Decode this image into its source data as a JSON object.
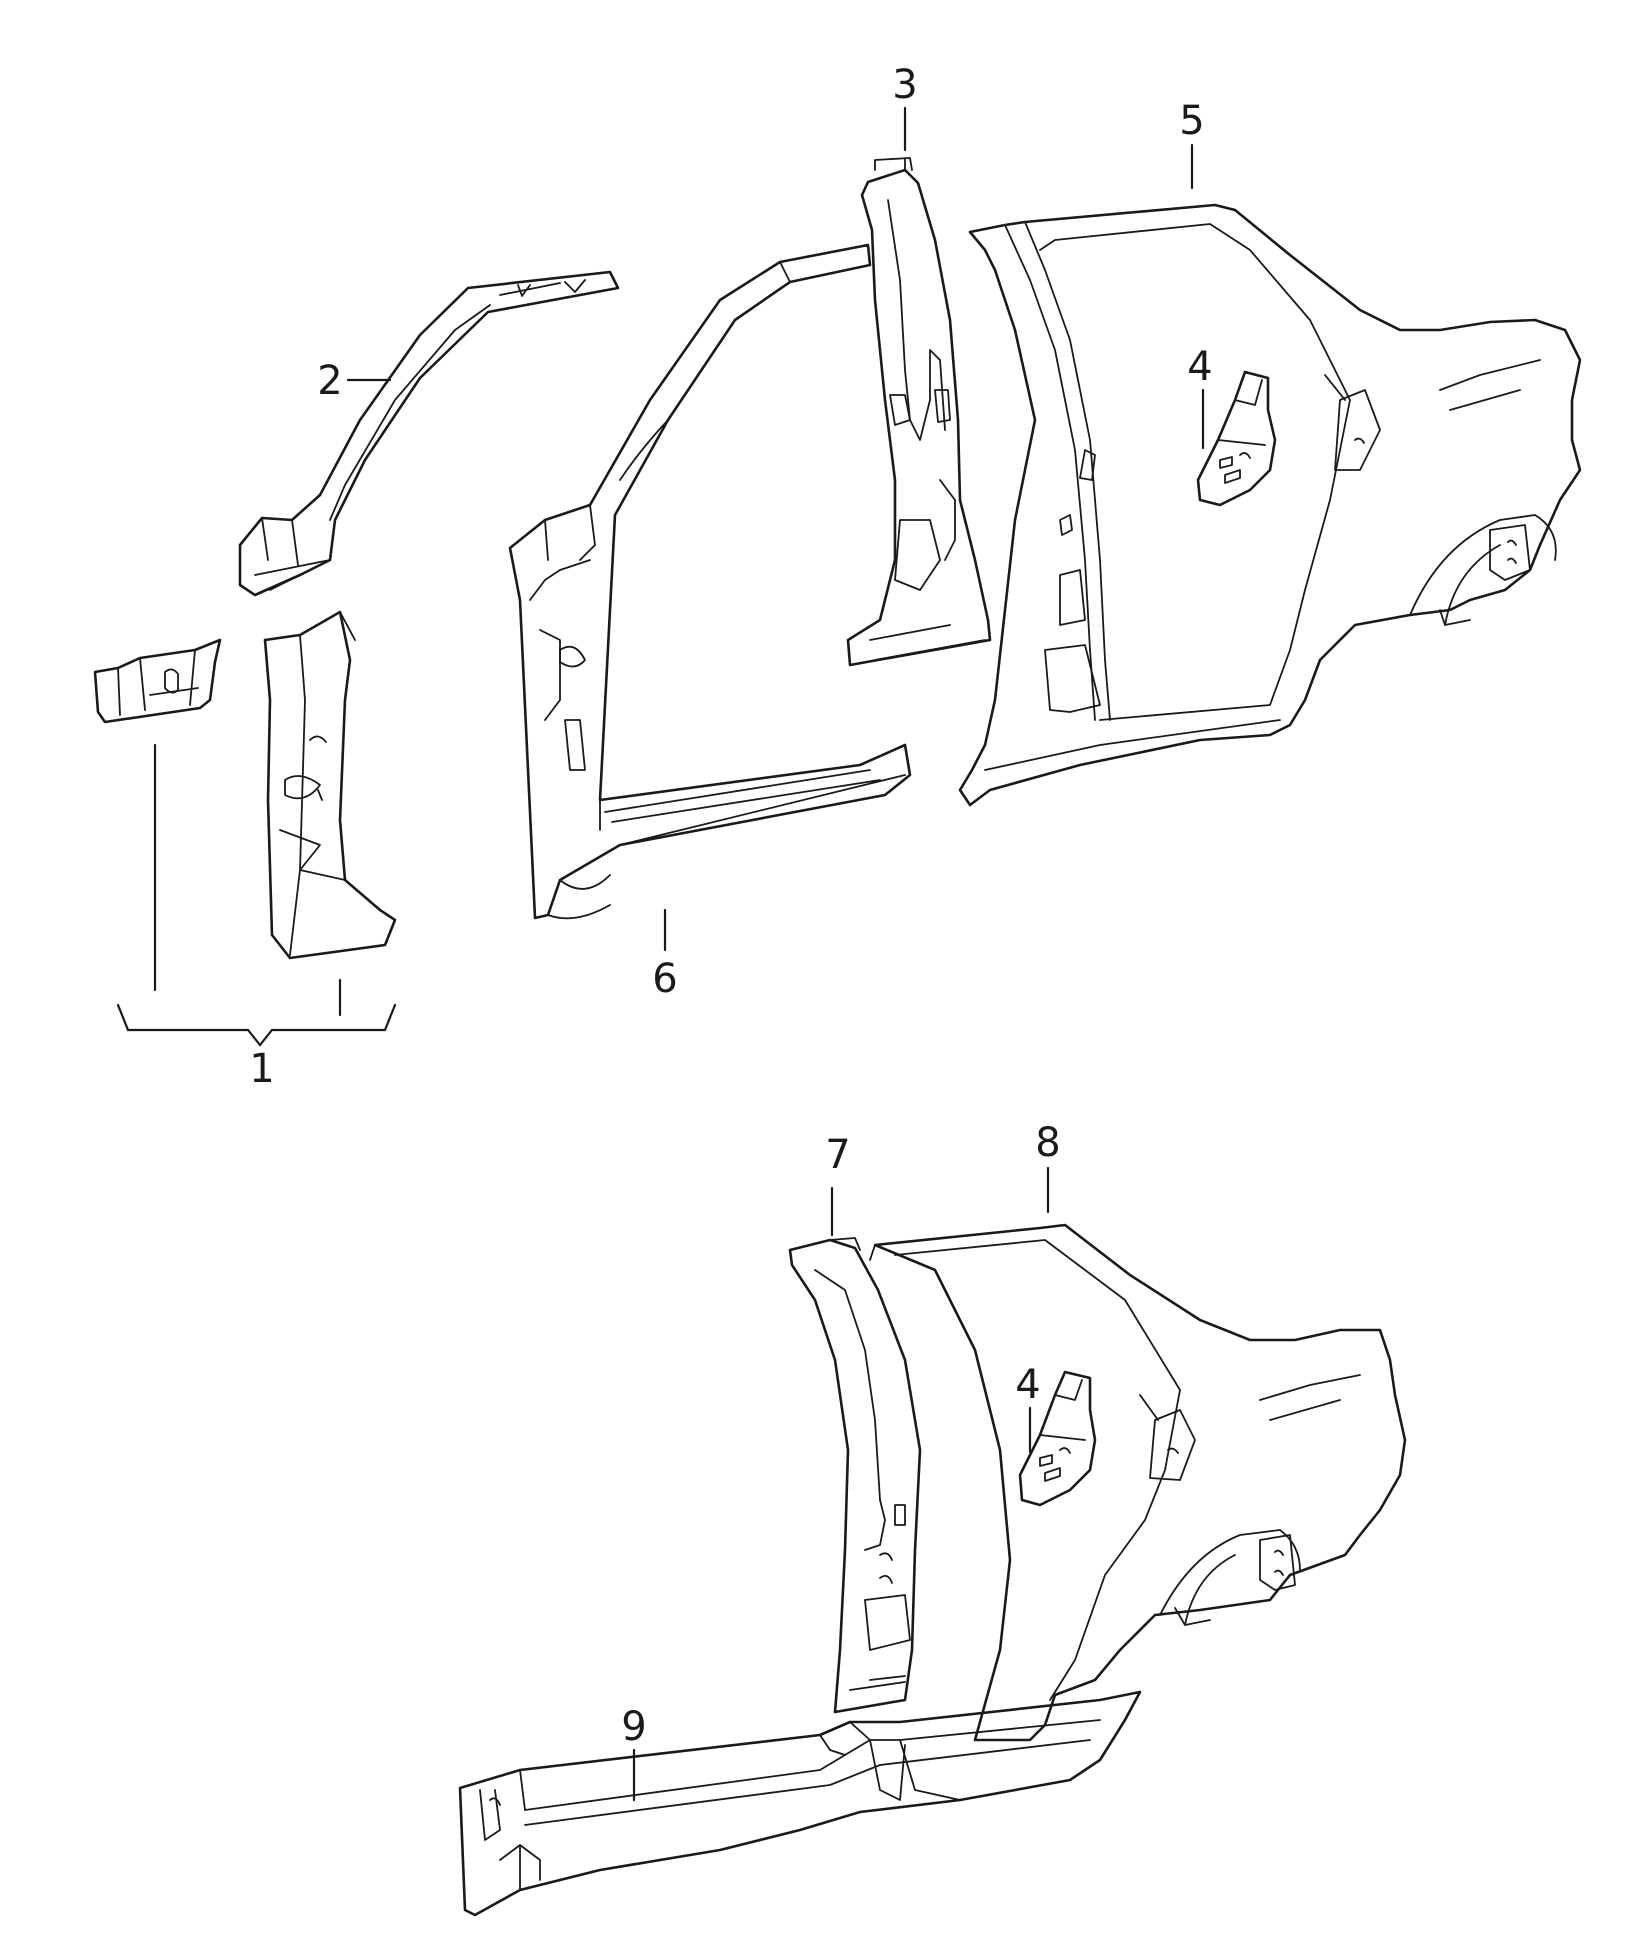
{
  "diagram": {
    "callouts": [
      "1",
      "2",
      "3",
      "4",
      "4",
      "5",
      "6",
      "7",
      "8",
      "9"
    ],
    "colors": {
      "line": "#1a1a1a",
      "background": "#ffffff"
    }
  }
}
